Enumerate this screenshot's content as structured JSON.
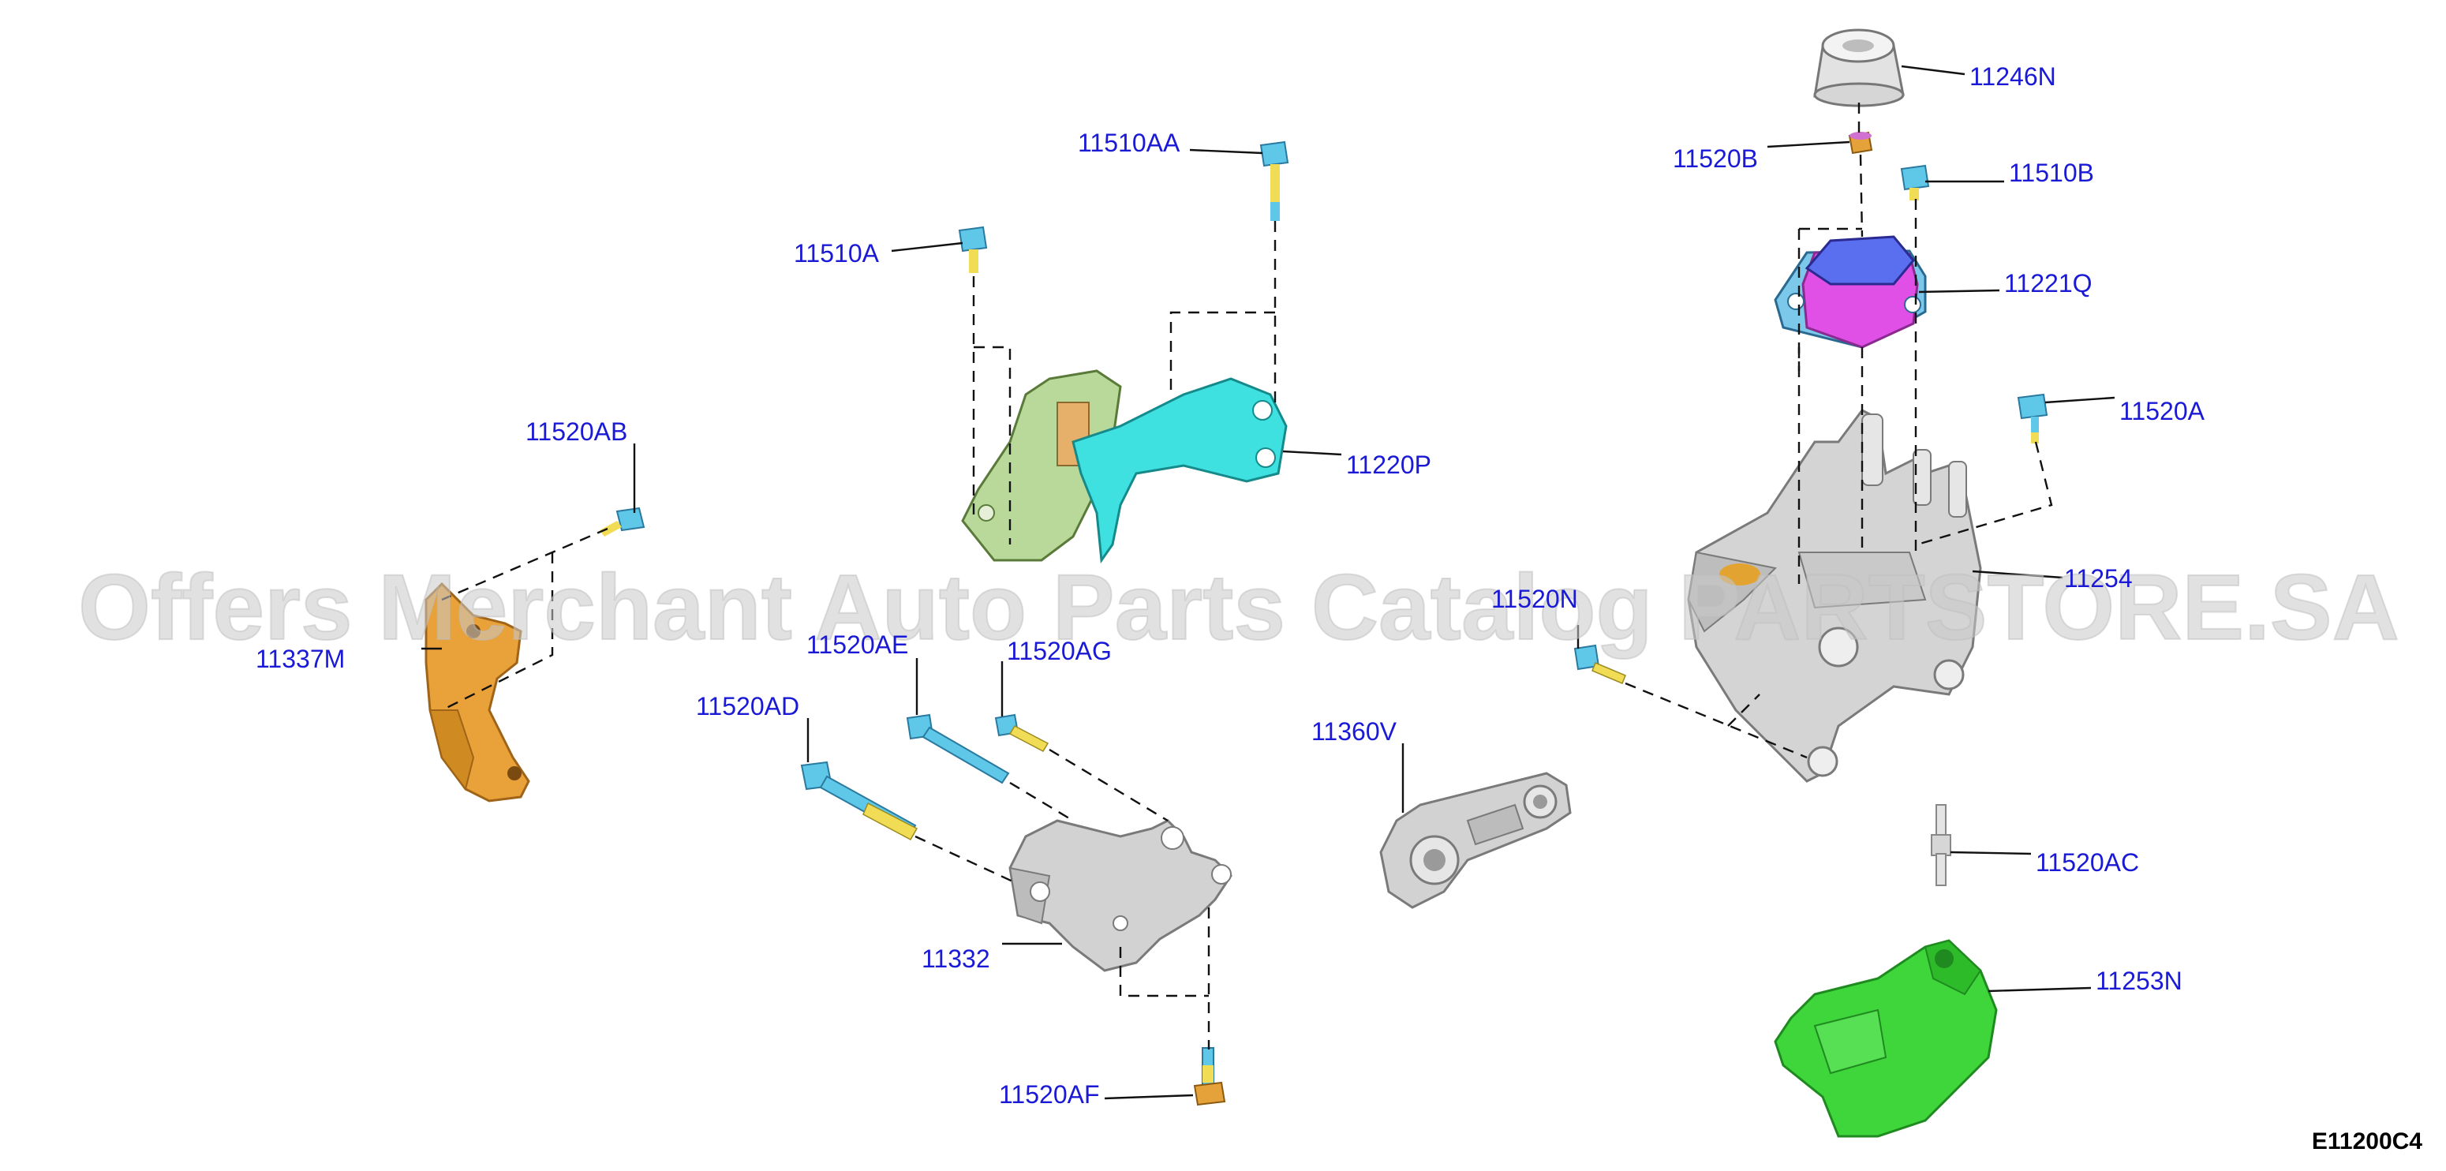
{
  "diagram": {
    "code": "E11200C4",
    "watermark": "Offers Merchant Auto Parts Catalog PARTSTORE.SA",
    "colors": {
      "label": "#1a1ad6",
      "bracket_orange": "#e9a13a",
      "mount_green_light": "#b9d99a",
      "bracket_cyan": "#3fe0e0",
      "rubber_magenta": "#e050e6",
      "rubber_blue": "#5a6ef0",
      "mount_green": "#3fd63c",
      "housing_grey": "#cfcfcf",
      "bolt_blue": "#5fc8e8",
      "bolt_yellow": "#f1dc55"
    },
    "callouts": {
      "c11510AA": "11510AA",
      "c11510A": "11510A",
      "c11220P": "11220P",
      "c11520AB": "11520AB",
      "c11337M": "11337M",
      "c11520AE": "11520AE",
      "c11520AG": "11520AG",
      "c11520AD": "11520AD",
      "c11332": "11332",
      "c11520AF": "11520AF",
      "c11360V": "11360V",
      "c11246N": "11246N",
      "c11520B": "11520B",
      "c11510B": "11510B",
      "c11221Q": "11221Q",
      "c11520A": "11520A",
      "c11254": "11254",
      "c11520N": "11520N",
      "c11520AC": "11520AC",
      "c11253N": "11253N"
    }
  }
}
